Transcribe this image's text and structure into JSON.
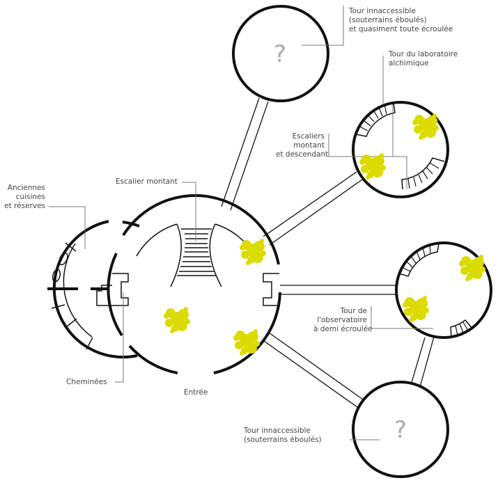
{
  "colors": {
    "moss": "#dcdb00",
    "wall": "#111111",
    "leader": "#777777",
    "question": "#aaaaaa"
  },
  "labels": {
    "top_tower": "Tour innaccessible\n(souterrains éboulés)\net quasiment toute écroulée",
    "lab_tower": "Tour du laboratoire\nalchimique",
    "stairs_lab": "Escaliers\nmontant\net descendant",
    "kitchens": "Anciennes\ncuisines\net réserves",
    "stair_up": "Escalier montant",
    "chimneys": "Cheminées",
    "entrance": "Entrée",
    "observatory": "Tour de\nl'observatoire\nà demi écroulée",
    "bottom_tower": "Tour innaccessible\n(souterrains éboulés)"
  },
  "unknown_mark": "?"
}
